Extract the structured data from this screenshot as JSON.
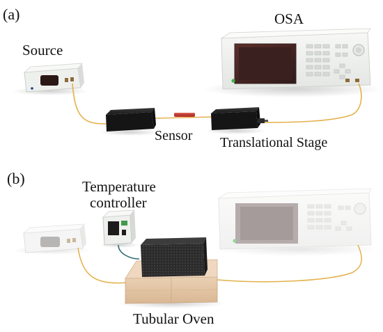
{
  "panel_a": {
    "tag": "(a)",
    "labels": {
      "osa": "OSA",
      "source": "Source",
      "sensor": "Sensor",
      "stage": "Translational Stage"
    }
  },
  "panel_b": {
    "tag": "(b)",
    "labels": {
      "temp_line1": "Temperature",
      "temp_line2": "controller",
      "oven": "Tubular Oven"
    }
  },
  "colors": {
    "fiber": "#e3b04a",
    "device_body": "#f2f4f1",
    "device_edge": "#c9cdc8",
    "screen": "#4a2a26",
    "stage_block": "#1b1b1b",
    "sensor_tube": "#b8382c",
    "oven_box": "#e2c3a1",
    "oven_lid": "#2a2a2a",
    "power_led": "#3fb24c"
  }
}
